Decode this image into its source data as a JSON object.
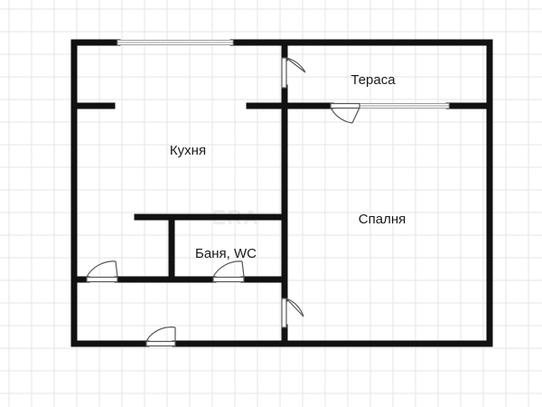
{
  "rooms": {
    "kitchen": "Кухня",
    "terrace": "Тераса",
    "bedroom": "Спалня",
    "bathroom": "Баня, WC"
  },
  "colors": {
    "wall": "#111111",
    "grid": "#e6e6e6",
    "window": "#bdbdbd",
    "door": "#555555",
    "watermark": "#e2e2e2"
  }
}
